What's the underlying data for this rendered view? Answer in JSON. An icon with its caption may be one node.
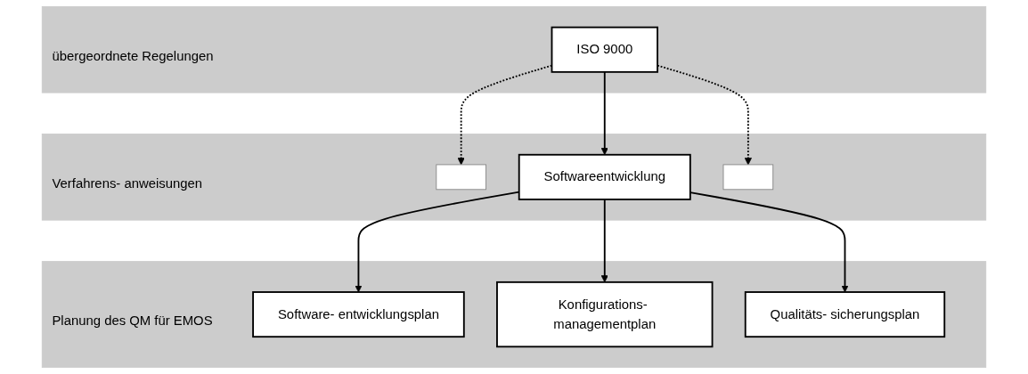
{
  "diagram": {
    "nodes": [
      {
        "text": [
          "übergeordnete Regelungen"
        ]
      },
      {
        "text": [
          "ISO 9000"
        ],
        "in": 0
      },
      {
        "text": [
          "Verfahrens- anweisungen"
        ]
      },
      {
        "text": [],
        "shape": "box",
        "in": 2
      },
      {
        "text": [
          "Softwareentwicklung"
        ],
        "in": 2
      },
      {
        "text": [],
        "shape": "box",
        "in": 2
      },
      {
        "text": [
          "Planung des QM für EMOS"
        ]
      },
      {
        "text": [
          "Software- entwicklungsplan"
        ],
        "in": 6
      },
      {
        "text": [
          "Konfigurations- managementplan"
        ],
        "in": 6
      },
      {
        "text": [
          "Qualitäts- sicherungsplan"
        ],
        "in": 6
      }
    ],
    "edges": [
      {
        "from": 1,
        "to": 3,
        "arrow": "to",
        "style": "dashed"
      },
      {
        "from": 1,
        "to": 4,
        "arrow": "to"
      },
      {
        "from": 1,
        "to": 5,
        "arrow": "to",
        "style": "dashed"
      },
      {
        "from": 4,
        "to": 7,
        "arrow": "to"
      },
      {
        "from": 4,
        "to": 8,
        "arrow": "to"
      },
      {
        "from": 4,
        "to": 9,
        "arrow": "to"
      }
    ]
  }
}
